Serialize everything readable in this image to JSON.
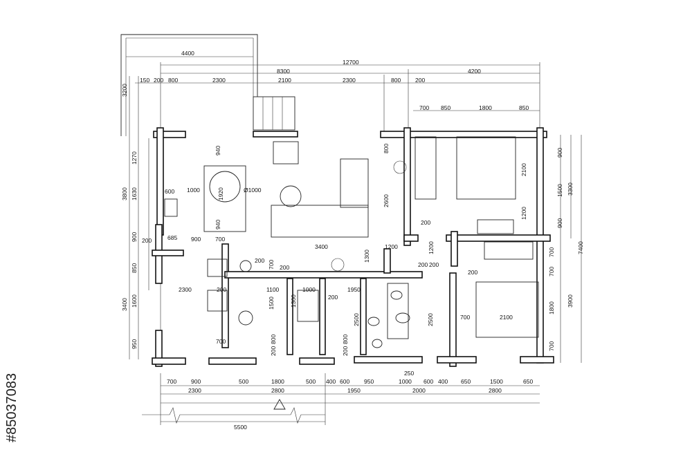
{
  "stock_id": "#85037083",
  "dims": {
    "top1": "4400",
    "top2": "12700",
    "top3": "8300",
    "top4": "4200",
    "t150": "150",
    "t200a": "200",
    "t800a": "800",
    "t2300a": "2300",
    "t2100": "2100",
    "t2300b": "2300",
    "t800b": "800",
    "t200b": "200",
    "t700": "700",
    "t850a": "850",
    "t1800": "1800",
    "t850b": "850",
    "l3200": "3200",
    "l1270": "1270",
    "l3800": "3800",
    "l1630": "1630",
    "l900": "900",
    "l850": "850",
    "l3400": "3400",
    "l1600": "1600",
    "l950": "950",
    "r900a": "900",
    "r1500": "1500",
    "r3300": "3300",
    "r900b": "900",
    "r7400": "7400",
    "r700a": "700",
    "r700b": "700",
    "r1800": "1800",
    "r3900": "3900",
    "r700c": "700",
    "i940a": "940",
    "i1000": "1000",
    "i1920": "1920",
    "i_diam": "Ø1000",
    "i940b": "940",
    "i600": "600",
    "i3400": "3400",
    "i1200": "1200",
    "i2600": "2600",
    "i800": "800",
    "i2100": "2100",
    "i1200b": "1200",
    "i200a": "200",
    "i685": "685",
    "i900": "900",
    "i700": "700",
    "i200b": "200",
    "i700b": "700",
    "i200c": "200",
    "i2300": "2300",
    "i200d": "200",
    "i1100": "1100",
    "i1000b": "1000",
    "i1950": "1950",
    "i1300": "1300",
    "i1500": "1500",
    "i200e": "200",
    "i1300b": "1300",
    "i2500a": "2500",
    "i2500b": "2500",
    "i200f": "200",
    "i200g": "200",
    "i200h": "200",
    "i700c": "700",
    "i2100b": "2100",
    "i1200c": "1200",
    "i200i": "200",
    "i700d": "700",
    "i800b": "800",
    "i200j": "200",
    "i800c": "800",
    "i200k": "200",
    "i250": "250",
    "b700": "700",
    "b900": "900",
    "b500a": "500",
    "b1800": "1800",
    "b500b": "500",
    "b400a": "400",
    "b600a": "600",
    "b950": "950",
    "b1000": "1000",
    "b600b": "600",
    "b400b": "400",
    "b650a": "650",
    "b1500": "1500",
    "b650b": "650",
    "b2300": "2300",
    "b2800a": "2800",
    "b1950": "1950",
    "b2000": "2000",
    "b2800b": "2800",
    "b5500": "5500"
  }
}
